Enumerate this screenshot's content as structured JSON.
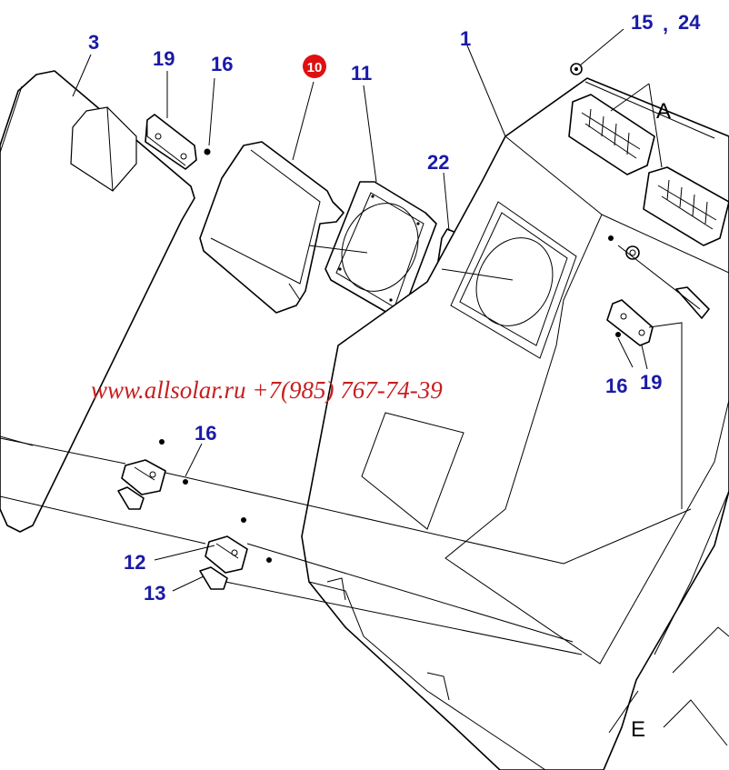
{
  "colors": {
    "callout_blue": "#1a1aa6",
    "callout_badge_red": "#e01010",
    "watermark_red": "#c81e1e",
    "line": "#000000",
    "background": "#ffffff"
  },
  "callouts": {
    "c3": "3",
    "c19_top": "19",
    "c16_top": "16",
    "c10": "10",
    "c11": "11",
    "c1": "1",
    "c15": "15",
    "c15_sep": ",",
    "c24": "24",
    "c22": "22",
    "c16_right": "16",
    "c19_right": "19",
    "c16_mid": "16",
    "c12": "12",
    "c13": "13"
  },
  "reference_letters": {
    "A": "A",
    "E": "E"
  },
  "watermark": "www.allsolar.ru +7(985) 767-74-39"
}
